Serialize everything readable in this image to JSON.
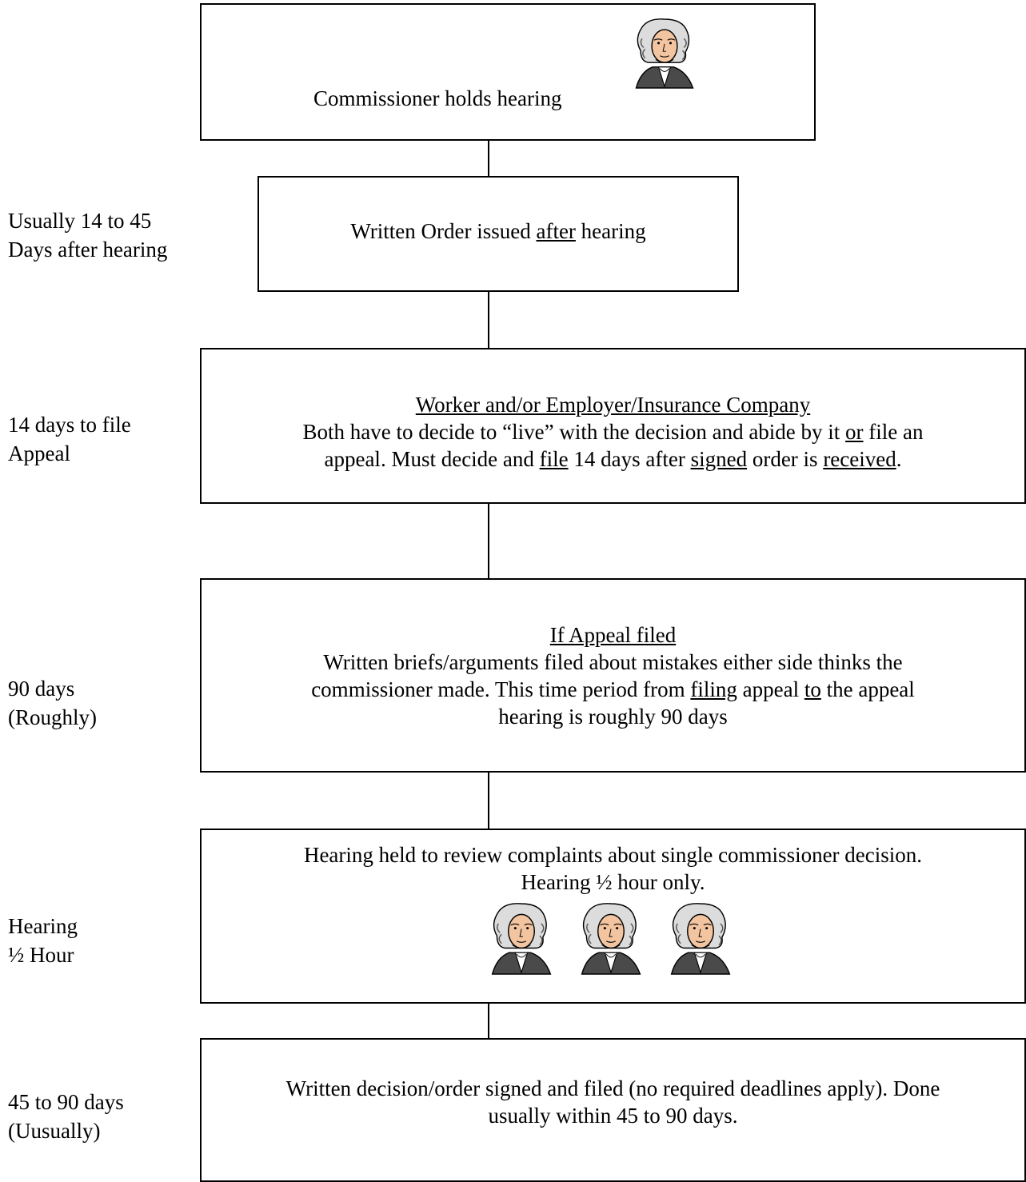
{
  "steps": [
    {
      "text": "Commissioner holds hearing",
      "portrait_icon": "george-washington-portrait",
      "side_label": ""
    },
    {
      "text_before": "Written Order issued ",
      "text_underlined": "after",
      "text_after": " hearing",
      "side_label": "Usually 14 to 45\nDays after hearing"
    },
    {
      "heading": "Worker and/or Employer/Insurance Company",
      "line2_a": "Both have to decide to “live” with the decision and abide by it ",
      "line2_u": "or",
      "line2_b": " file an",
      "line3_a": "appeal.  Must decide and ",
      "line3_u1": "file",
      "line3_b": " 14 days after ",
      "line3_u2": "signed",
      "line3_c": " order is ",
      "line3_u3": "received",
      "line3_d": ".",
      "side_label": "14 days to file\nAppeal"
    },
    {
      "heading": "If Appeal filed",
      "line2": "Written briefs/arguments filed about mistakes either side thinks the",
      "line3_a": "commissioner made.  This time period from ",
      "line3_u1": "filing",
      "line3_b": " appeal ",
      "line3_u2": "to",
      "line3_c": " the appeal",
      "line4": "hearing is roughly 90 days",
      "side_label": "90 days\n(Roughly)"
    },
    {
      "line1": "Hearing held to review complaints about single commissioner decision.",
      "line2": "Hearing ½ hour only.",
      "portrait_icon": "george-washington-portrait",
      "side_label": "Hearing\n½ Hour"
    },
    {
      "line1": "Written decision/order signed and filed (no required deadlines apply).  Done",
      "line2": "usually within 45 to 90 days.",
      "side_label": "45 to 90 days\n(Uusually)"
    }
  ]
}
